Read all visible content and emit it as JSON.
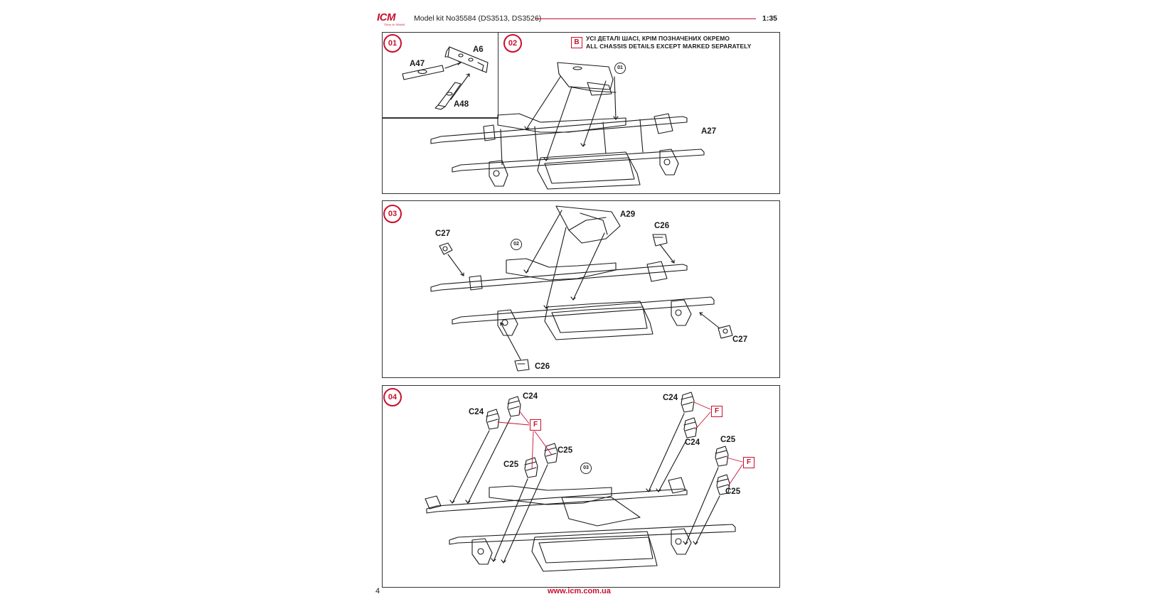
{
  "header": {
    "brand": "ICM",
    "tagline": "Time to Model",
    "title": "Model kit No35584 (DS3513, DS3526)",
    "scale": "1:35"
  },
  "steps": {
    "s01": {
      "number": "01",
      "parts": {
        "a6": "A6",
        "a47": "A47",
        "a48": "A48"
      }
    },
    "s02": {
      "number": "02",
      "badge": "B",
      "note_ua": "УСІ ДЕТАЛІ ШАСІ, КРІМ ПОЗНАЧЕНИХ ОКРЕМО",
      "note_en": "ALL CHASSIS DETAILS EXCEPT MARKED SEPARATELY",
      "ref": "01",
      "parts": {
        "a27": "A27"
      }
    },
    "s03": {
      "number": "03",
      "ref": "02",
      "parts": {
        "a29": "A29",
        "c26_top": "C26",
        "c27_left": "C27",
        "c27_right": "C27",
        "c26_bottom": "C26"
      }
    },
    "s04": {
      "number": "04",
      "ref": "03",
      "badge": "F",
      "parts": {
        "c24_a": "C24",
        "c24_b": "C24",
        "c25_a": "C25",
        "c25_b": "C25",
        "c24_c": "C24",
        "c24_d": "C24",
        "c25_c": "C25",
        "c25_d": "C25"
      }
    }
  },
  "footer": {
    "page": "4",
    "url": "www.icm.com.ua"
  },
  "colors": {
    "accent": "#c8102e",
    "line": "#1a1a1a"
  }
}
